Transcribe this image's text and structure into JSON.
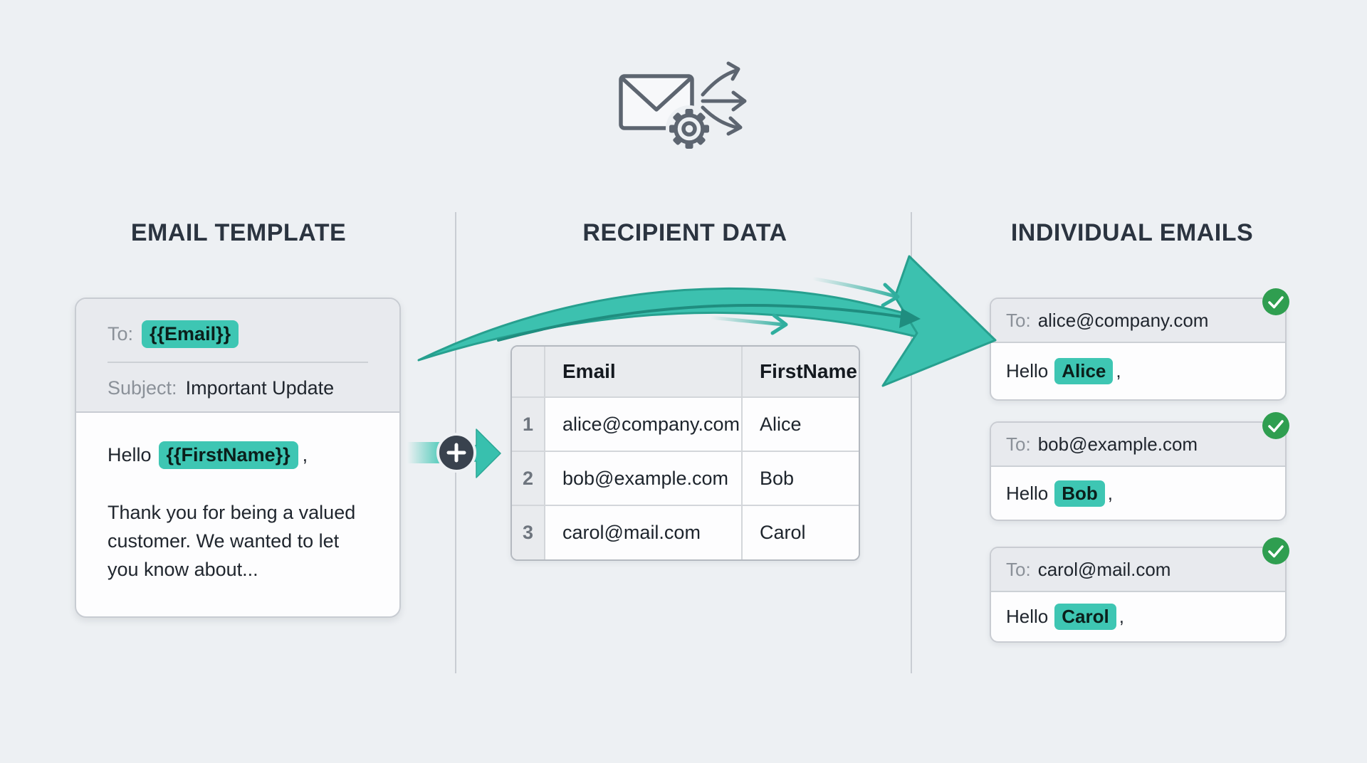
{
  "page": {
    "background": "#edf0f3"
  },
  "labels": {
    "to": "To:"
  },
  "sections": {
    "template": {
      "title": "EMAIL TEMPLATE"
    },
    "recipients": {
      "title": "RECIPIENT DATA"
    },
    "individual": {
      "title": "INDIVIDUAL EMAILS"
    }
  },
  "template_card": {
    "to_label": "To:",
    "to_token": "{{Email}}",
    "subject_label": "Subject:",
    "subject_value": "Important Update",
    "greeting_prefix": "Hello",
    "greeting_token": "{{FirstName}}",
    "greeting_suffix": ",",
    "body_text": "Thank you for being a valued customer. We wanted to let you know about..."
  },
  "recipient_table": {
    "columns": [
      "Email",
      "FirstName"
    ],
    "rows": [
      {
        "num": "1",
        "email": "alice@company.com",
        "first_name": "Alice"
      },
      {
        "num": "2",
        "email": "bob@example.com",
        "first_name": "Bob"
      },
      {
        "num": "3",
        "email": "carol@mail.com",
        "first_name": "Carol"
      }
    ]
  },
  "emails": [
    {
      "to": "alice@company.com",
      "greeting_prefix": "Hello",
      "name": "Alice",
      "greeting_suffix": ","
    },
    {
      "to": "bob@example.com",
      "greeting_prefix": "Hello",
      "name": "Bob",
      "greeting_suffix": ","
    },
    {
      "to": "carol@mail.com",
      "greeting_prefix": "Hello",
      "name": "Carol",
      "greeting_suffix": ","
    }
  ],
  "icons": {
    "header": "envelope-gear-fanout-icon",
    "connector": "plus-icon",
    "status": "check-icon"
  },
  "colors": {
    "accent_teal": "#3ec6b3",
    "arrow_teal": "#3cc1af",
    "badge_green": "#2f9e50",
    "heading": "#2b3440"
  }
}
